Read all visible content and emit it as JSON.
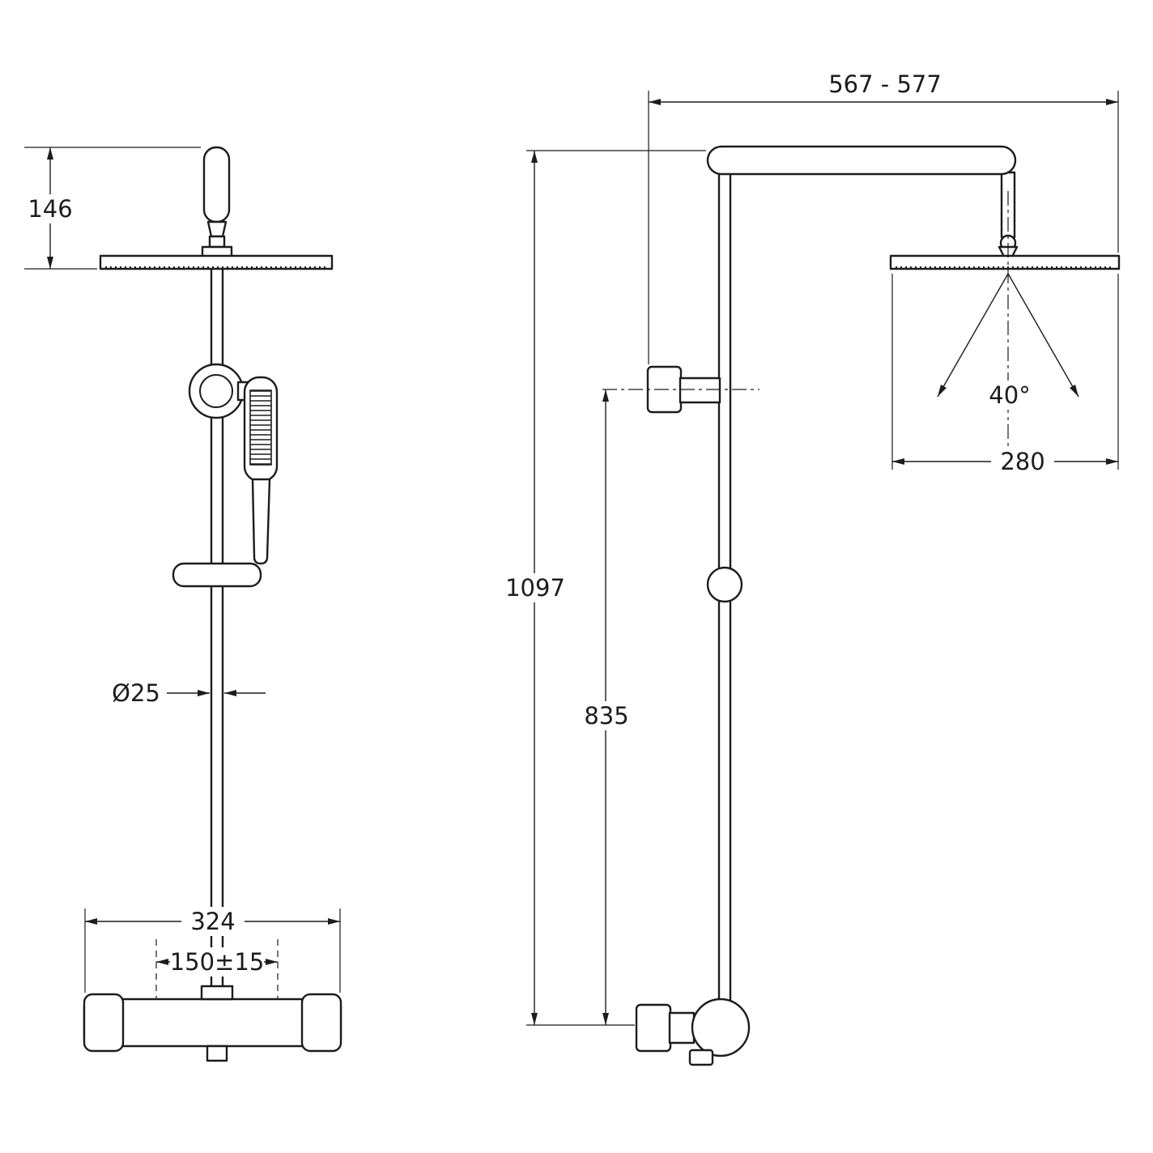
{
  "drawing": {
    "background_color": "#ffffff",
    "line_color": "#1c1c1c",
    "views": [
      {
        "id": "front-view",
        "description": "Front elevation of shower column with hand shower and thermostatic mixer"
      },
      {
        "id": "side-view",
        "description": "Side elevation of shower column with wall bracket and spray cone"
      }
    ],
    "dimensions": {
      "head_offset_height": "146",
      "riser_diameter": "Ø25",
      "mixer_width": "324",
      "inlet_spacing": "150±15",
      "arm_projection": "567 - 577",
      "spray_angle": "40°",
      "head_width": "280",
      "overall_height": "1097",
      "bracket_height": "835"
    }
  }
}
